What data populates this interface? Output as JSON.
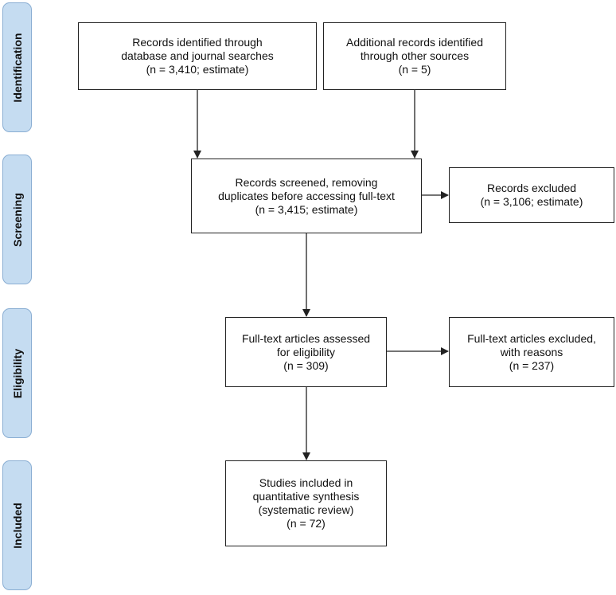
{
  "phases": {
    "identification": "Identification",
    "screening": "Screening",
    "eligibility": "Eligibility",
    "included": "Included"
  },
  "boxes": {
    "records_identified": [
      "Records identified through",
      "database and journal searches",
      "(n =   3,410; estimate)"
    ],
    "additional_records": [
      "Additional records identified",
      "through other sources",
      "(n =   5)"
    ],
    "records_screened": [
      "Records screened, removing",
      "duplicates before accessing full-text",
      "(n =   3,415; estimate)"
    ],
    "records_excluded": [
      "Records excluded",
      "(n =   3,106; estimate)"
    ],
    "fulltext_assessed": [
      "Full-text articles assessed",
      "for eligibility",
      "(n =  309)"
    ],
    "fulltext_excluded": [
      "Full-text articles excluded,",
      "with reasons",
      "(n =   237)"
    ],
    "studies_included": [
      "Studies included in",
      "quantitative synthesis",
      "(systematic review)",
      "(n =   72)"
    ]
  }
}
